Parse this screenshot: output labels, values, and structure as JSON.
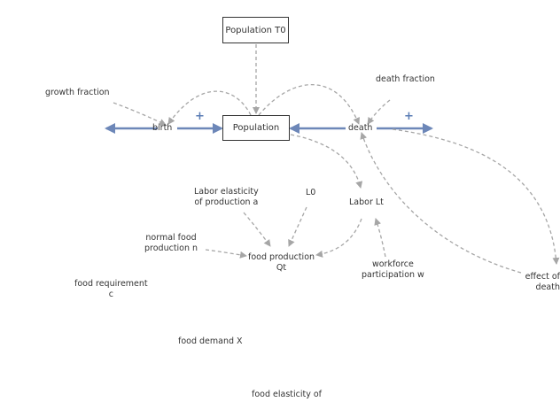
{
  "diagram": {
    "stocks": {
      "population": "Population",
      "population_t0": "Population T0"
    },
    "flows": {
      "birth": "birth",
      "death": "death",
      "birth_polarity": "+",
      "death_polarity": "+"
    },
    "variables": {
      "growth_fraction": "growth fraction",
      "death_fraction": "death fraction",
      "labor_elasticity": "Labor elasticity\nof production a",
      "l0": "L0",
      "labor_lt": "Labor Lt",
      "normal_food_production": "normal food\nproduction n",
      "food_production": "food production\nQt",
      "workforce_participation": "workforce\nparticipation w",
      "food_requirement": "food requirement\nc",
      "food_demand": "food demand X",
      "food_elasticity": "food elasticity of",
      "effect_of_death": "effect of\ndeath"
    },
    "colors": {
      "flow": "#6d87b8",
      "link": "#a6a6a6",
      "text": "#333333"
    }
  }
}
